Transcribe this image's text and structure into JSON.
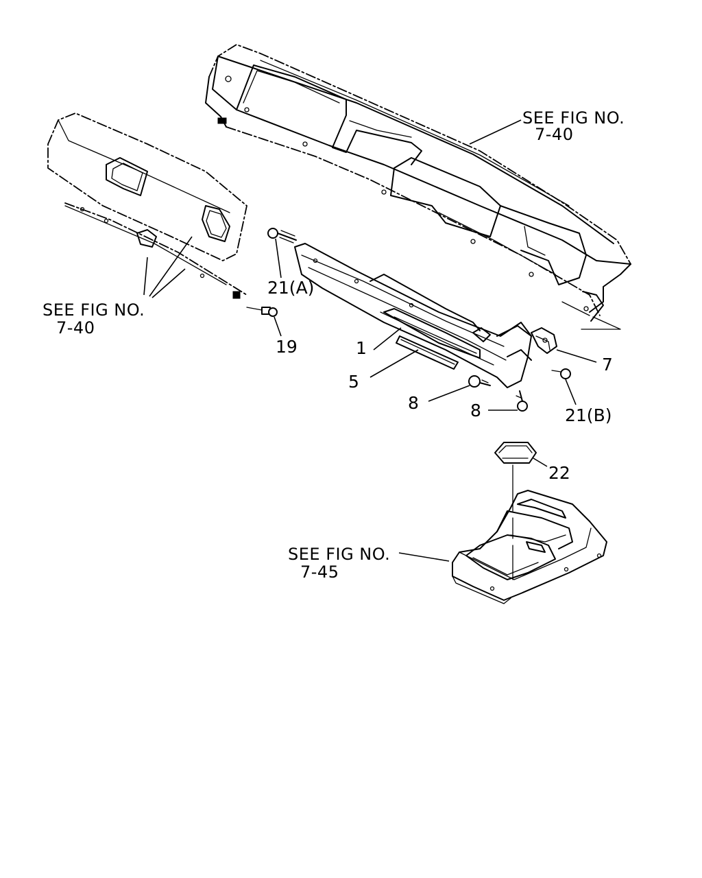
{
  "references": {
    "dashboard": {
      "line1": "SEE FIG NO.",
      "line2": "7-40"
    },
    "left_panel": {
      "line1": "SEE FIG NO.",
      "line2": "7-40"
    },
    "console": {
      "line1": "SEE FIG NO.",
      "line2": "7-45"
    }
  },
  "callouts": {
    "bolt_a": "21(A)",
    "bolt_b": "21(B)",
    "screw_19": "19",
    "part_1": "1",
    "part_5": "5",
    "part_7": "7",
    "clip_8_left": "8",
    "clip_8_right": "8",
    "part_22": "22"
  }
}
